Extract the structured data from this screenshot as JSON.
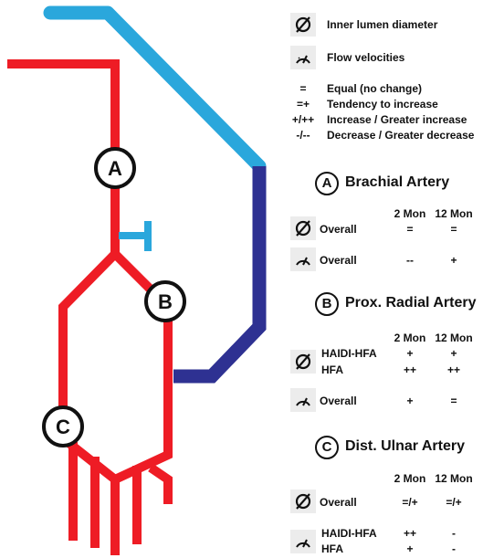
{
  "legend": {
    "diameter_label": "Inner lumen diameter",
    "velocity_label": "Flow velocities",
    "symbols": [
      {
        "sym": "=",
        "desc": "Equal (no change)"
      },
      {
        "sym": "=+",
        "desc": "Tendency to increase"
      },
      {
        "sym": "+/++",
        "desc": "Increase / Greater increase"
      },
      {
        "sym": "-/--",
        "desc": "Decrease / Greater decrease"
      }
    ]
  },
  "markers": {
    "a": "A",
    "b": "B",
    "c": "C"
  },
  "columns": {
    "c1": "2 Mon",
    "c2": "12 Mon"
  },
  "sections": {
    "a": {
      "letter": "A",
      "title": "Brachial Artery",
      "diameter_row": {
        "label": "Overall",
        "v1": "=",
        "v2": "="
      },
      "velocity_row": {
        "label": "Overall",
        "v1": "--",
        "v2": "+"
      }
    },
    "b": {
      "letter": "B",
      "title": "Prox. Radial Artery",
      "diameter_rows": [
        {
          "label": "HAIDI-HFA",
          "v1": "+",
          "v2": "+"
        },
        {
          "label": "HFA",
          "v1": "++",
          "v2": "++"
        }
      ],
      "velocity_row": {
        "label": "Overall",
        "v1": "+",
        "v2": "="
      }
    },
    "c": {
      "letter": "C",
      "title": "Dist. Ulnar Artery",
      "diameter_row": {
        "label": "Overall",
        "v1": "=/+",
        "v2": "=/+"
      },
      "velocity_rows": [
        {
          "label": "HAIDI-HFA",
          "v1": "++",
          "v2": "-"
        },
        {
          "label": "HFA",
          "v1": "+",
          "v2": "-"
        }
      ]
    }
  },
  "colors": {
    "artery": "#ee1c25",
    "vein_light": "#2aa7dc",
    "vein_dark": "#2e3192",
    "icon_bg": "#ececec"
  }
}
